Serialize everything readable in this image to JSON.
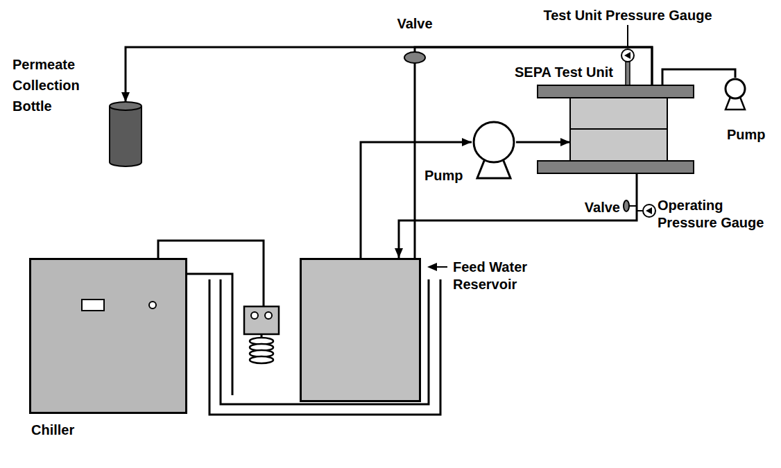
{
  "diagram": {
    "nodes": [
      {
        "text": [
          "Permeate Collection Bottle"
        ]
      },
      {
        "text": [
          "SEPA Test Unit"
        ]
      },
      {
        "text": [
          "Pump"
        ]
      },
      {
        "text": [
          "Pump"
        ]
      },
      {
        "text": [
          "Feed Water Reservoir"
        ]
      },
      {
        "text": [
          "Chiller"
        ]
      }
    ],
    "edges": [
      {
        "from": 4,
        "to": 3,
        "arrow": "to"
      },
      {
        "from": 3,
        "to": 1,
        "arrow": "to"
      },
      {
        "from": 1,
        "to": 0,
        "arrow": "to"
      },
      {
        "from": 1,
        "to": 4,
        "arrow": "none"
      },
      {
        "from": 1,
        "to": 4,
        "arrow": "to"
      },
      {
        "from": 1,
        "to": 2,
        "arrow": "none"
      }
    ],
    "labels": [
      "Valve",
      "Test Unit Pressure Gauge",
      "Valve",
      "Operating Pressure Gauge"
    ]
  }
}
